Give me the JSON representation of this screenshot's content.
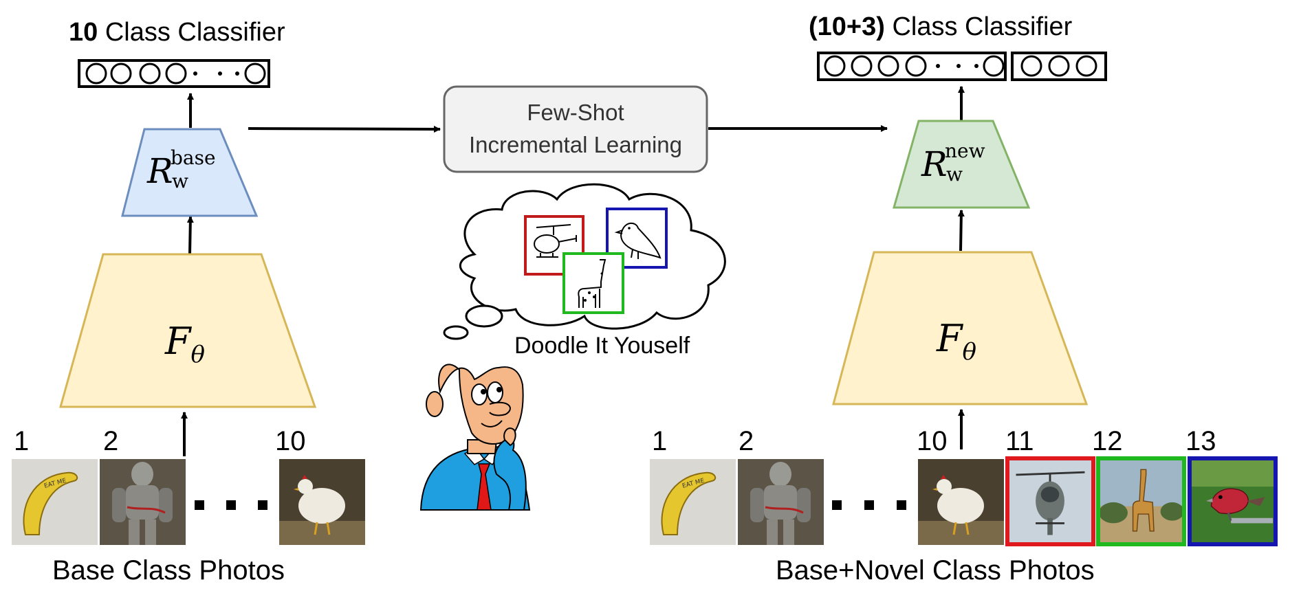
{
  "left": {
    "classifier_title_bold": "10",
    "classifier_title_rest": " Class Classifier",
    "head_symbol": "R",
    "head_superscript": "base",
    "head_subscript": "w",
    "backbone_symbol": "F",
    "backbone_subscript": "θ",
    "image_labels": [
      "1",
      "2",
      "10"
    ],
    "caption": "Base Class Photos"
  },
  "center": {
    "process_line1": "Few-Shot",
    "process_line2": "Incremental Learning",
    "thought_caption": "Doodle It Youself"
  },
  "right": {
    "classifier_title_bold": "(10+3)",
    "classifier_title_rest": " Class Classifier",
    "head_symbol": "R",
    "head_superscript": "new",
    "head_subscript": "w",
    "backbone_symbol": "F",
    "backbone_subscript": "θ",
    "image_labels": [
      "1",
      "2",
      "10",
      "11",
      "12",
      "13"
    ],
    "caption": "Base+Novel Class Photos"
  },
  "colors": {
    "base_head_fill": "#dae8fc",
    "base_head_stroke": "#6c8ebf",
    "new_head_fill": "#d5e8d4",
    "new_head_stroke": "#82b366",
    "backbone_fill": "#fff2cc",
    "backbone_stroke": "#d6b656",
    "novel_red": "#e0191e",
    "novel_green": "#1fb81f",
    "novel_blue": "#1515b0"
  }
}
